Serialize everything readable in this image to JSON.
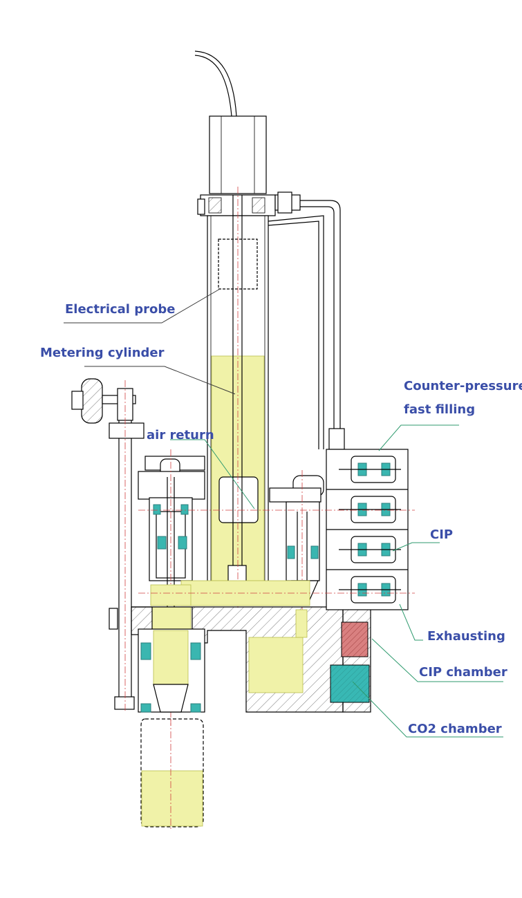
{
  "labels": {
    "electrical_probe": "Electrical probe",
    "metering_cylinder": "Metering cylinder",
    "counter_pressure_line1": "Counter-pressure,",
    "counter_pressure_line2": "fast filling",
    "air_return": "air return",
    "cip": "CIP",
    "exhausting": "Exhausting",
    "cip_chamber": "CIP chamber",
    "co2_chamber": "CO2 chamber"
  },
  "colors": {
    "label_text": "#3a4ea8",
    "liquid": "#f0f2a8",
    "cip_chamber": "#c86464",
    "co2_chamber": "#3ab6b0",
    "centerline": "#d04040",
    "leader": "#2e9a6e"
  }
}
